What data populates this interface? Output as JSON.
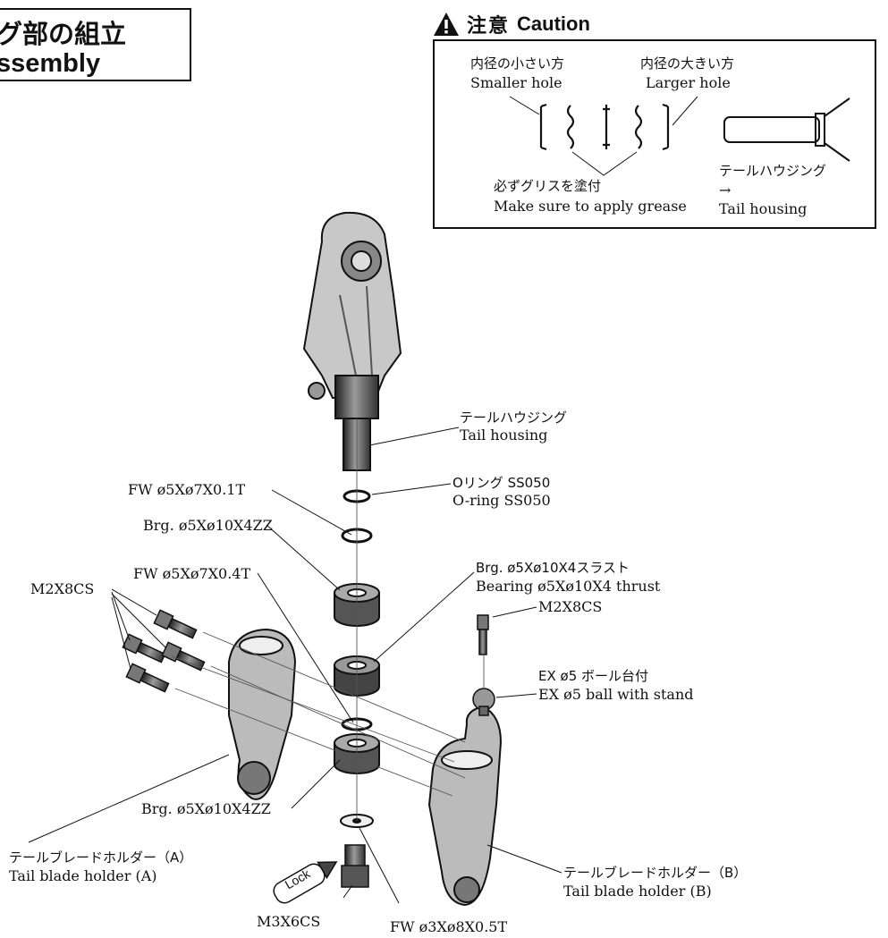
{
  "title": {
    "jp": "グ部の組立",
    "en": "ssembly"
  },
  "caution": {
    "jp": "注意",
    "en": "Caution",
    "smaller_hole_jp": "内径の小さい方",
    "smaller_hole_en": "Smaller hole",
    "larger_hole_jp": "内径の大きい方",
    "larger_hole_en": "Larger hole",
    "grease_jp": "必ずグリスを塗付",
    "grease_en": "Make sure to apply grease",
    "housing_jp": "テールハウジング",
    "arrow": "→",
    "housing_en": "Tail housing"
  },
  "labels": {
    "tail_housing_jp": "テールハウジング",
    "tail_housing_en": "Tail housing",
    "oring_jp": "Oリング SS050",
    "oring_en": "O-ring SS050",
    "fw_01": "FW ø5Xø7X0.1T",
    "brg_zz_top": "Brg. ø5Xø10X4ZZ",
    "thrust_jp": "Brg. ø5Xø10X4スラスト",
    "thrust_en": "Bearing ø5Xø10X4 thrust",
    "fw_04": "FW ø5Xø7X0.4T",
    "m2x8_left": "M2X8CS",
    "m2x8_right": "M2X8CS",
    "ball_jp": "EX ø5 ボール台付",
    "ball_en": "EX ø5 ball with stand",
    "brg_zz_bottom": "Brg. ø5Xø10X4ZZ",
    "holder_a_jp": "テールブレードホルダー（A）",
    "holder_a_en": "Tail blade holder (A)",
    "holder_b_jp": "テールブレードホルダー（B）",
    "holder_b_en": "Tail blade holder (B)",
    "m3x6": "M3X6CS",
    "lock": "Lock",
    "fw_05": "FW ø3Xø8X0.5T"
  }
}
